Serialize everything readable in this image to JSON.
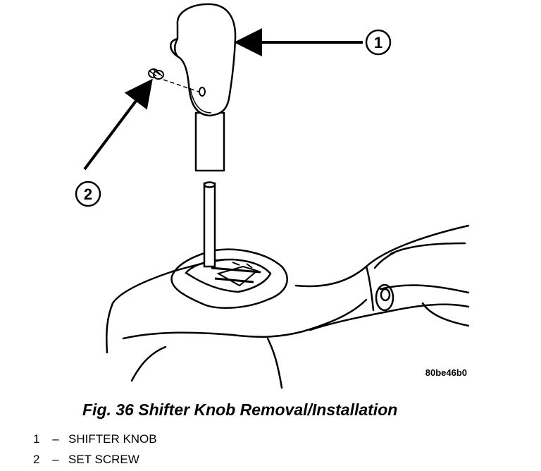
{
  "callouts": [
    {
      "number": "1"
    },
    {
      "number": "2"
    }
  ],
  "figure_code": "80be46b0",
  "caption": "Fig. 36 Shifter Knob Removal/Installation",
  "legend": [
    {
      "number": "1",
      "dash": "–",
      "label": "SHIFTER KNOB"
    },
    {
      "number": "2",
      "dash": "–",
      "label": "SET SCREW"
    }
  ],
  "colors": {
    "ink": "#000000",
    "paper": "#ffffff"
  }
}
